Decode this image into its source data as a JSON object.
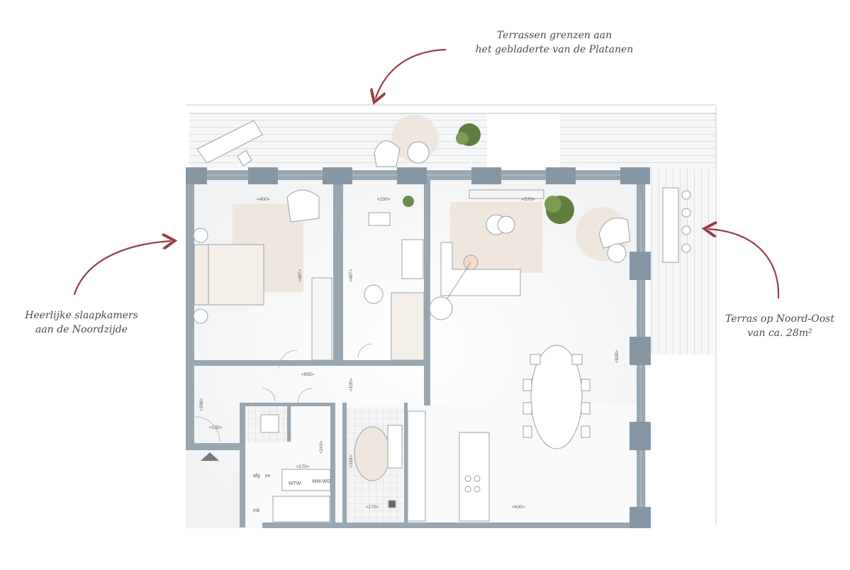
{
  "callouts": {
    "terraces": [
      "Terrassen grenzen aan",
      "het gebladerte van de Platanen"
    ],
    "bedrooms": [
      "Heerlijke slaapkamers",
      "aan de Noordzijde"
    ],
    "terrace_ne": [
      "Terras op Noord-Oost",
      "van ca. 28m²"
    ]
  },
  "dimensions": {
    "bed1_width": "<400>",
    "bed1_depth": "<487>",
    "bed2_width": "<230>",
    "bed2_depth": "<487>",
    "living_width": "<570>",
    "living_depth": "<930>",
    "hall_width": "<655>",
    "hall_depth": "<105>",
    "entry_depth": "<208>",
    "entry_width": "<135>",
    "utility_width": "<170>",
    "utility_depth": "<243>",
    "bath_width": "<170>",
    "bath_depth": "<318>",
    "kitchen_width": "<630>"
  },
  "room_labels": {
    "afg": "afg",
    "vv": "vv",
    "mk": "mk",
    "wtw": "WTW",
    "wmwd": "WM-WD"
  },
  "colors": {
    "wall": "#98a7b2",
    "rug": "#efe7dd",
    "accent_arrow": "#9b3d47",
    "floor": "#f7f7f7"
  }
}
